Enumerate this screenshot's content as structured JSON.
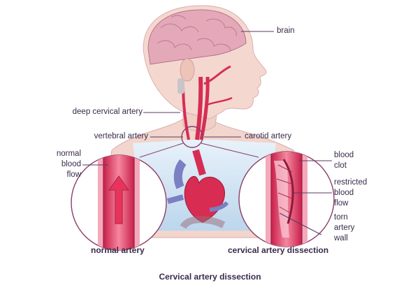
{
  "labels": {
    "brain": "brain",
    "deep_cervical_artery": "deep cervical artery",
    "vertebral_artery": "vertebral artery",
    "carotid_artery": "carotid artery",
    "normal_blood_flow": [
      "normal",
      "blood",
      "flow"
    ],
    "blood_clot": [
      "blood",
      "clot"
    ],
    "restricted_blood_flow": [
      "restricted",
      "blood",
      "flow"
    ],
    "torn_artery_wall": [
      "torn",
      "artery",
      "wall"
    ],
    "normal_artery": "normal artery",
    "cervical_artery_dissection": "cervical artery dissection"
  },
  "caption": "Cervical artery dissection",
  "colors": {
    "skin": "#f3d7cf",
    "brain": "#e3a9b9",
    "artery": "#d62d55",
    "vein": "#7b7fc4",
    "outline": "#8a3d6a",
    "text": "#3a2a4a",
    "chest_highlight": "#cfe3f2"
  },
  "icons": [
    "head-profile",
    "brain",
    "heart",
    "arrow-up"
  ]
}
